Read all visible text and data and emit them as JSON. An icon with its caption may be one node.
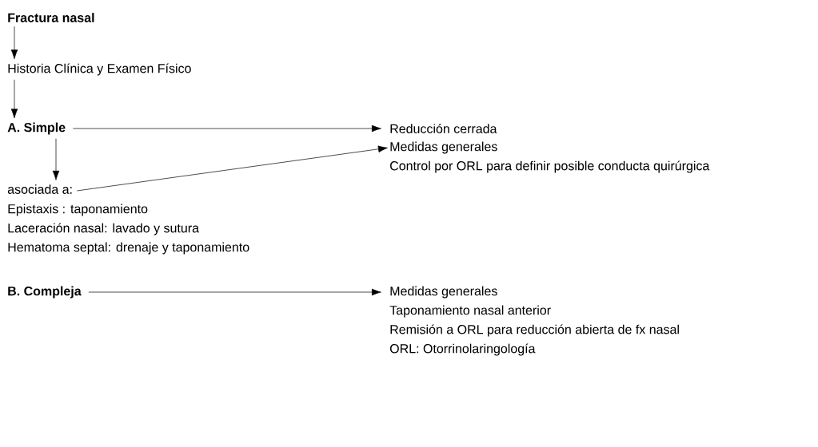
{
  "diagram": {
    "nodes": [
      {
        "text": [
          "Fractura nasal"
        ]
      },
      {
        "text": [
          "Historia Clínica y Examen Físico"
        ]
      },
      {
        "text": [
          "A. Simple"
        ]
      },
      {
        "text": [
          "Reducción cerrada"
        ]
      },
      {
        "text": [
          "Medidas generales"
        ]
      },
      {
        "text": [
          "asociada a:"
        ]
      },
      {
        "text": [
          "B. Compleja"
        ]
      },
      {
        "text": [
          "Medidas generales"
        ]
      }
    ],
    "edges": [
      {
        "from": 0,
        "to": 1,
        "arrow": "to"
      },
      {
        "from": 1,
        "to": 2,
        "arrow": "to"
      },
      {
        "from": 2,
        "to": 3,
        "arrow": "to"
      },
      {
        "from": 2,
        "to": 5,
        "arrow": "to"
      },
      {
        "from": 5,
        "to": 4,
        "arrow": "to"
      },
      {
        "from": 6,
        "to": 7,
        "arrow": "to"
      }
    ],
    "labels": [
      "Control por ORL para definir  posible conducta quirúrgica",
      "Epistaxis : taponamiento",
      "Laceración nasal: lavado y sutura",
      "Hematoma septal: drenaje y taponamiento",
      "Taponamiento nasal anterior",
      "Remisión a ORL para reducción abierta de fx nasal",
      "ORL: Otorrinolaringología"
    ]
  }
}
